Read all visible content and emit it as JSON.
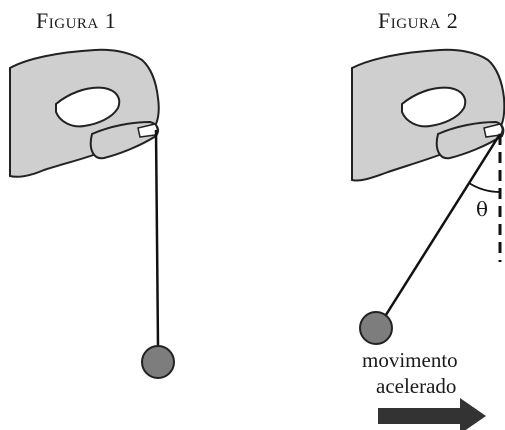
{
  "figure1": {
    "title": "Figura 1"
  },
  "figure2": {
    "title": "Figura 2",
    "angle_label": "θ",
    "motion_line1": "movimento",
    "motion_line2": "acelerado"
  },
  "colors": {
    "hand_fill": "#cfcfcf",
    "hand_outline": "#222222",
    "bob_fill": "#7d7d7d",
    "string": "#111111",
    "arrow": "#333333"
  }
}
